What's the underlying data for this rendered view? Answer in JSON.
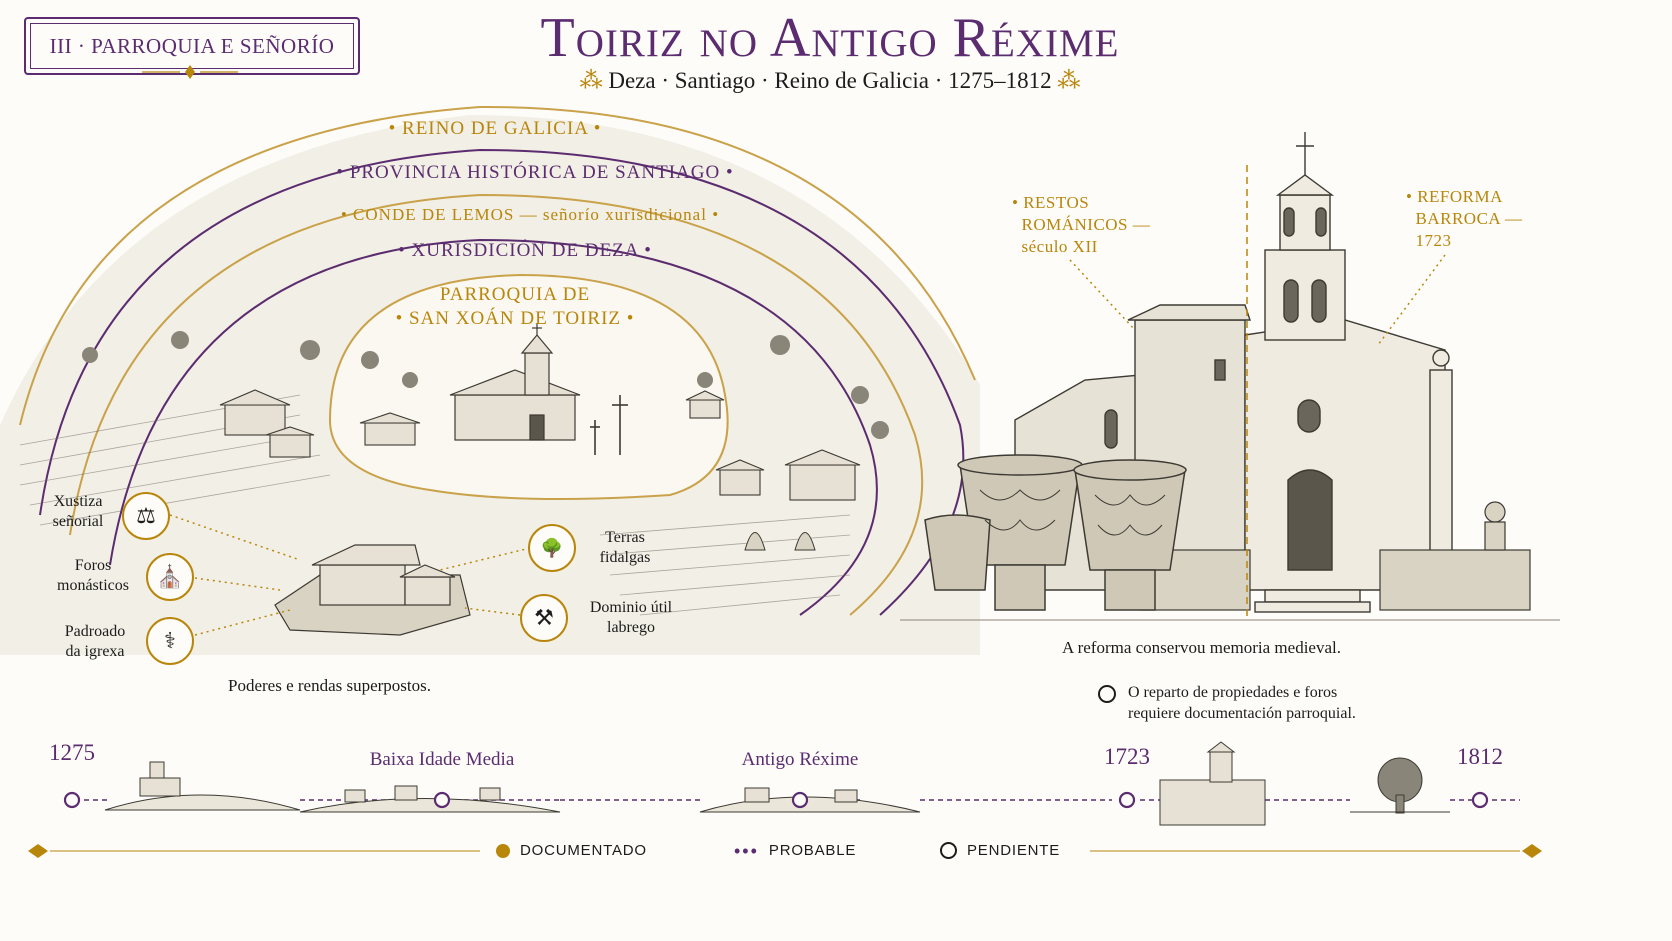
{
  "header": {
    "section_tag": "III · PARROQUIA E SEÑORÍO",
    "title": "Toiriz no Antigo Réxime",
    "subtitle": "Deza · Santiago · Reino de Galicia · 1275–1812"
  },
  "bands": [
    {
      "label": "REINO DE GALICIA",
      "status": "documentado"
    },
    {
      "label": "PROVINCIA HISTÓRICA DE SANTIAGO",
      "status": "probable"
    },
    {
      "label": "CONDE DE LEMOS — señorío xurisdicional",
      "status": "documentado"
    },
    {
      "label": "XURISDICIÓN DE DEZA",
      "status": "probable"
    },
    {
      "label": "PARROQUIA DE SAN XOÁN DE TOIRIZ",
      "label_line1": "PARROQUIA DE",
      "label_line2": "SAN XOÁN DE TOIRIZ",
      "status": "documentado"
    }
  ],
  "powers": [
    {
      "label_line1": "Xustiza",
      "label_line2": "señorial",
      "icon": "scales-icon",
      "glyph": "⚖"
    },
    {
      "label_line1": "Foros",
      "label_line2": "monásticos",
      "icon": "church-icon",
      "glyph": "⛪"
    },
    {
      "label_line1": "Padroado",
      "label_line2": "da igrexa",
      "icon": "crozier-icon",
      "glyph": "⚕"
    },
    {
      "label_line1": "Terras",
      "label_line2": "fidalgas",
      "icon": "tree-icon",
      "glyph": "🌳"
    },
    {
      "label_line1": "Dominio útil",
      "label_line2": "labrego",
      "icon": "plough-icon",
      "glyph": "⚒"
    }
  ],
  "captions": {
    "left": "Poderes e rendas superpostos.",
    "right": "A reforma conservou memoria medieval.",
    "pending_line1": "O reparto de propiedades e foros",
    "pending_line2": "requiere documentación parroquial."
  },
  "church_annotations": {
    "romanesque": {
      "line1": "RESTOS",
      "line2": "ROMÁNICOS —",
      "line3": "século XII"
    },
    "baroque": {
      "line1": "REFORMA",
      "line2": "BARROCA —",
      "line3": "1723"
    }
  },
  "timeline": [
    {
      "label": "1275",
      "icon": "castle-icon"
    },
    {
      "label": "Baixa Idade Media",
      "icon": "village-icon"
    },
    {
      "label": "Antigo Réxime",
      "icon": "farm-icon"
    },
    {
      "label": "1723",
      "icon": "church-icon"
    },
    {
      "label": "1812",
      "icon": "tree-icon"
    }
  ],
  "legend": [
    {
      "label": "DOCUMENTADO",
      "marker": "solid-dot"
    },
    {
      "label": "PROBABLE",
      "marker": "dotted"
    },
    {
      "label": "PENDIENTE",
      "marker": "hollow-circle"
    }
  ],
  "colors": {
    "purple": "#5b2c6f",
    "gold": "#b8860b",
    "ink": "#1c1c1c",
    "paper": "#fdfcf9"
  }
}
